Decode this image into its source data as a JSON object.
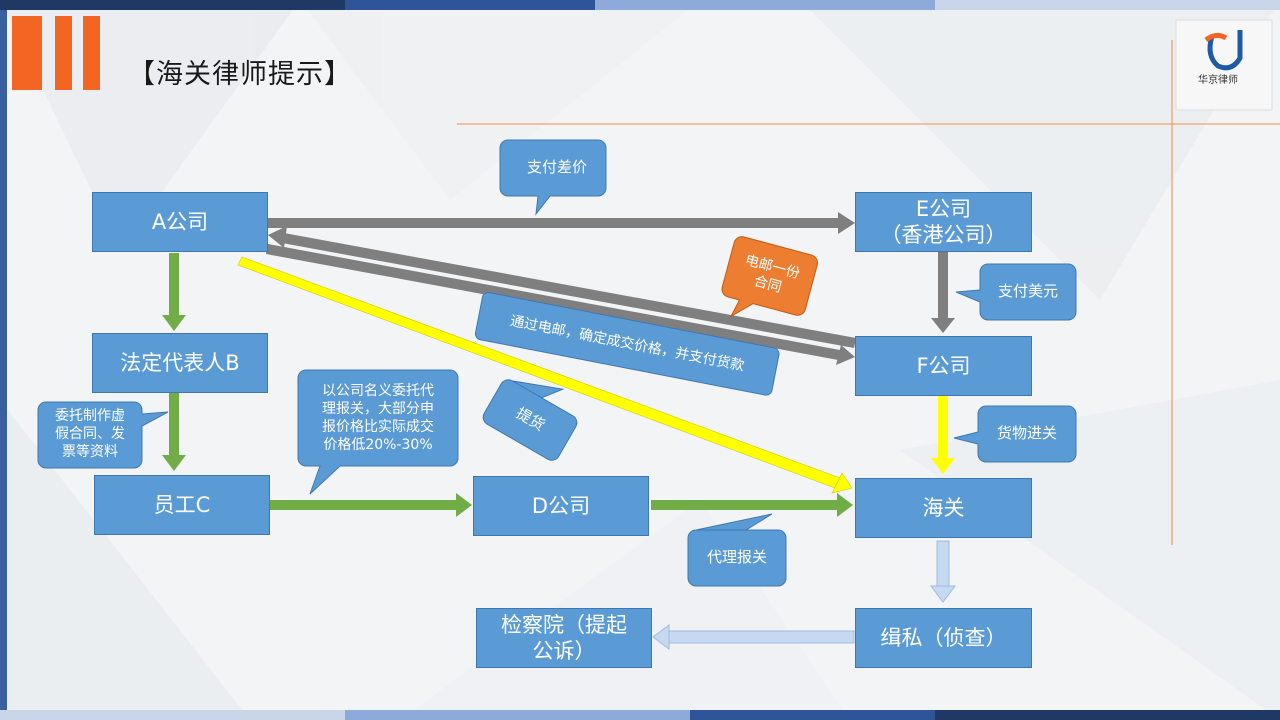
{
  "header": {
    "title": "【海关律师提示】",
    "logo_text": "华京律师"
  },
  "nodes": {
    "a_company": "A公司",
    "e_company": "E公司\n（香港公司）",
    "legal_rep": "法定代表人B",
    "f_company": "F公司",
    "employee": "员工C",
    "d_company": "D公司",
    "customs": "海关",
    "procuratorate": "检察院（提起\n公诉）",
    "anti_smuggling": "缉私（侦查）"
  },
  "callouts": {
    "pay_difference": "支付差价",
    "email_contract": "电邮一份\n合同",
    "pay_usd": "支付美元",
    "email_confirm": "通过电邮，确定成交价格，并支付货款",
    "pick_up": "提货",
    "entrust_fake": "委托制作虚\n假合同、发\n票等资料",
    "entrust_declare": "以公司名义委托代\n理报关，大部分申\n报价格比实际成交\n价格低20%-30%",
    "goods_in": "货物进关",
    "agent_declare": "代理报关"
  },
  "colors": {
    "node": "#5b9bd5",
    "green_arrow": "#70ad47",
    "yellow_arrow": "#ffff00",
    "gray_arrow": "#7f7f7f",
    "light_arrow": "#c5d9f1",
    "orange": "#ed7d31",
    "accent_bar": "#f26522"
  }
}
